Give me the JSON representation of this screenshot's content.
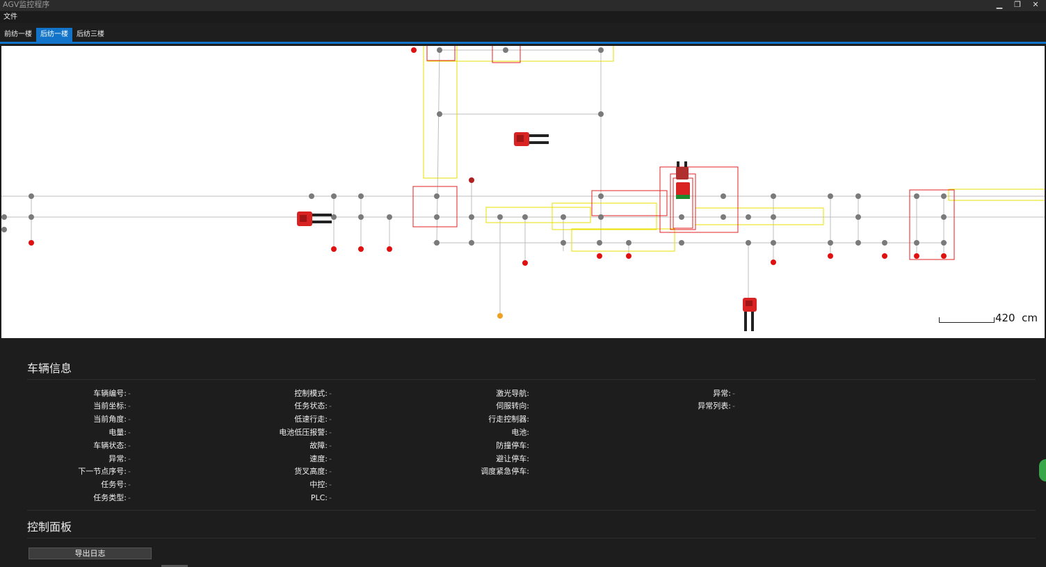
{
  "window": {
    "title": "AGV监控程序",
    "minimize": "▁",
    "restore": "❐",
    "close": "✕"
  },
  "menu": {
    "file": "文件"
  },
  "tabs": [
    {
      "label": "前纺一楼"
    },
    {
      "label": "后纺一楼",
      "active": true
    },
    {
      "label": "后纺三楼"
    }
  ],
  "map": {
    "scale_value": "420",
    "scale_unit": "cm",
    "colors": {
      "node_idle": "#7a7a7a",
      "node_station": "#e01010",
      "node_special": "#f0a020",
      "zone_red": "#e02020",
      "zone_yellow": "#e8e000",
      "agv": "#d92222"
    }
  },
  "vehicle_info": {
    "title": "车辆信息",
    "fields": [
      {
        "label": "车辆编号:",
        "value": "-"
      },
      {
        "label": "当前坐标:",
        "value": "-"
      },
      {
        "label": "当前角度:",
        "value": "-"
      },
      {
        "label": "电量:",
        "value": "-"
      },
      {
        "label": "车辆状态:",
        "value": "-"
      },
      {
        "label": "异常:",
        "value": "-"
      },
      {
        "label": "下一节点序号:",
        "value": "-"
      },
      {
        "label": "任务号:",
        "value": "-"
      },
      {
        "label": "任务类型:",
        "value": "-"
      },
      {
        "label": "控制模式:",
        "value": "-"
      },
      {
        "label": "任务状态:",
        "value": "-"
      },
      {
        "label": "低速行走:",
        "value": "-"
      },
      {
        "label": "电池低压报警:",
        "value": "-"
      },
      {
        "label": "故障:",
        "value": "-"
      },
      {
        "label": "速度:",
        "value": "-"
      },
      {
        "label": "货叉高度:",
        "value": "-"
      },
      {
        "label": "中控:",
        "value": "-"
      },
      {
        "label": "PLC:",
        "value": "-"
      },
      {
        "label": "激光导航:",
        "value": ""
      },
      {
        "label": "伺服转向:",
        "value": ""
      },
      {
        "label": "行走控制器:",
        "value": ""
      },
      {
        "label": "电池:",
        "value": ""
      },
      {
        "label": "防撞停车:",
        "value": ""
      },
      {
        "label": "避让停车:",
        "value": ""
      },
      {
        "label": "调度紧急停车:",
        "value": ""
      },
      {
        "label": "异常:",
        "value": "-"
      },
      {
        "label": "异常列表:",
        "value": "-"
      }
    ]
  },
  "control_panel": {
    "title": "控制面板",
    "export_label": "导出日志"
  }
}
